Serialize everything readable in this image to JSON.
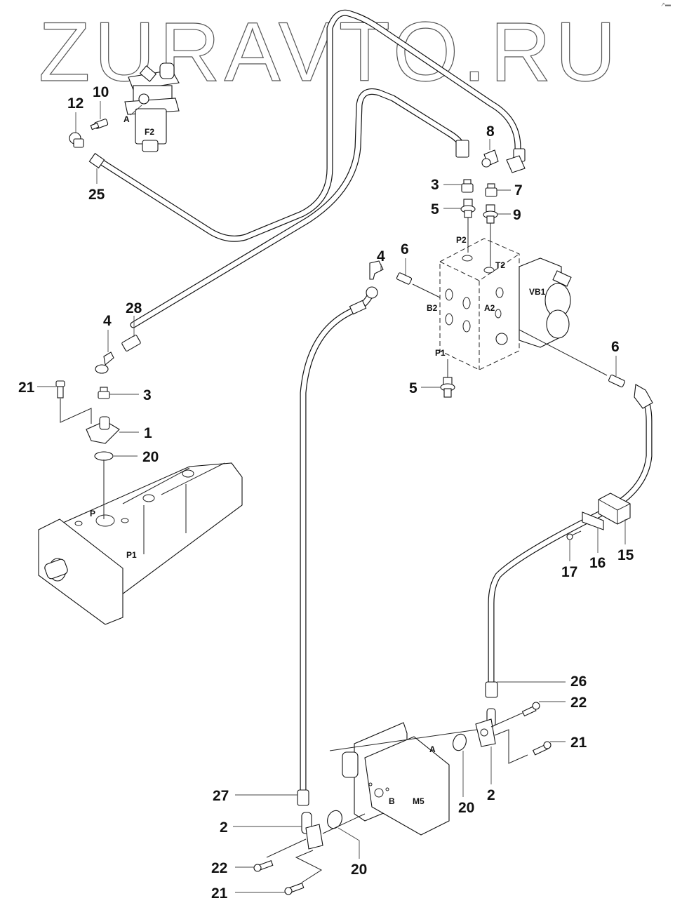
{
  "watermark": "ZURAVTO.RU",
  "corner_mark": "↗▬",
  "components": {
    "filter": "F2",
    "filter_port": "A",
    "valve_block": "VB1",
    "pump": "P1",
    "pump_port": "P",
    "motor": "M5",
    "motor_port_a": "A",
    "motor_port_b": "B",
    "valve_ports": {
      "p2": "P2",
      "t2": "T2",
      "b2": "B2",
      "a2": "A2",
      "p1": "P1"
    }
  },
  "callouts": [
    {
      "id": "c10",
      "label": "10"
    },
    {
      "id": "c12",
      "label": "12"
    },
    {
      "id": "c25",
      "label": "25"
    },
    {
      "id": "c8",
      "label": "8"
    },
    {
      "id": "c3a",
      "label": "3"
    },
    {
      "id": "c7",
      "label": "7"
    },
    {
      "id": "c5a",
      "label": "5"
    },
    {
      "id": "c9",
      "label": "9"
    },
    {
      "id": "c4a",
      "label": "4"
    },
    {
      "id": "c6a",
      "label": "6"
    },
    {
      "id": "c28",
      "label": "28"
    },
    {
      "id": "c4b",
      "label": "4"
    },
    {
      "id": "c21a",
      "label": "21"
    },
    {
      "id": "c3b",
      "label": "3"
    },
    {
      "id": "c1",
      "label": "1"
    },
    {
      "id": "c20a",
      "label": "20"
    },
    {
      "id": "c5b",
      "label": "5"
    },
    {
      "id": "c6b",
      "label": "6"
    },
    {
      "id": "c15",
      "label": "15"
    },
    {
      "id": "c16",
      "label": "16"
    },
    {
      "id": "c17",
      "label": "17"
    },
    {
      "id": "c26",
      "label": "26"
    },
    {
      "id": "c22a",
      "label": "22"
    },
    {
      "id": "c21b",
      "label": "21"
    },
    {
      "id": "c2a",
      "label": "2"
    },
    {
      "id": "c20b",
      "label": "20"
    },
    {
      "id": "c27",
      "label": "27"
    },
    {
      "id": "c2b",
      "label": "2"
    },
    {
      "id": "c20c",
      "label": "20"
    },
    {
      "id": "c22b",
      "label": "22"
    },
    {
      "id": "c21c",
      "label": "21"
    }
  ]
}
